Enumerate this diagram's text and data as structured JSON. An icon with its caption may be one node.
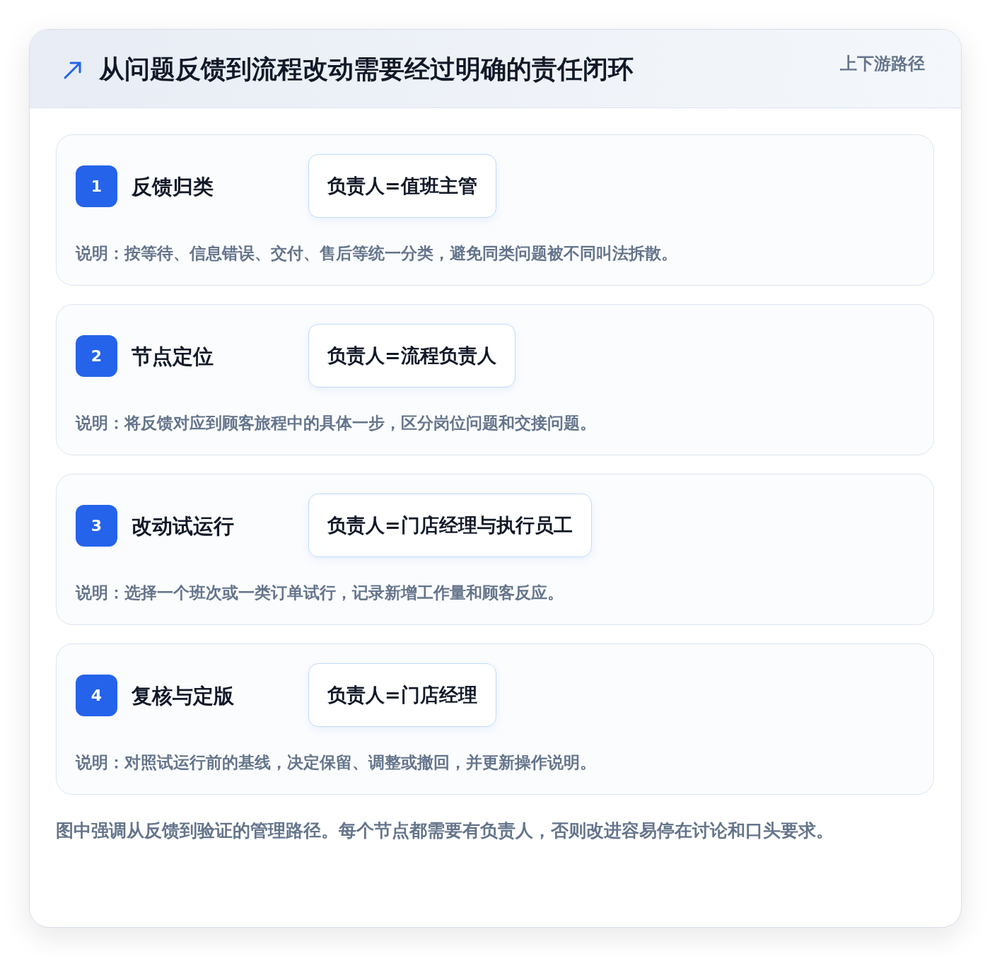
{
  "diagram": {
    "title": "从问题反馈到流程改动需要经过明确的责任闭环",
    "nodes": [
      {
        "text": [
          "反馈归类",
          "说明：按等待、信息错误、交付、售后等统一分类，避免同类问题被不同叫法拆散。"
        ]
      },
      {
        "text": [
          "1"
        ],
        "in": 0
      },
      {
        "text": [
          "负责人=值班主管"
        ],
        "in": 0
      },
      {
        "text": [
          "节点定位",
          "说明：将反馈对应到顾客旅程中的具体一步，区分岗位问题和交接问题。"
        ]
      },
      {
        "text": [
          "2"
        ],
        "in": 3
      },
      {
        "text": [
          "负责人=流程负责人"
        ],
        "in": 3
      },
      {
        "text": [
          "改动试运行",
          "说明：选择一个班次或一类订单试行，记录新增工作量和顾客反应。"
        ]
      },
      {
        "text": [
          "3"
        ],
        "in": 6
      },
      {
        "text": [
          "负责人=门店经理与执行员工"
        ],
        "in": 6
      },
      {
        "text": [
          "复核与定版",
          "说明：对照试运行前的基线，决定保留、调整或撤回，并更新操作说明。"
        ]
      },
      {
        "text": [
          "4"
        ],
        "in": 9
      },
      {
        "text": [
          "负责人=门店经理"
        ],
        "in": 9
      }
    ],
    "labels": [
      "上下游路径"
    ],
    "caption": "图中强调从反馈到验证的管理路径。每个节点都需要有负责人，否则改进容易停在讨论和口头要求。"
  }
}
